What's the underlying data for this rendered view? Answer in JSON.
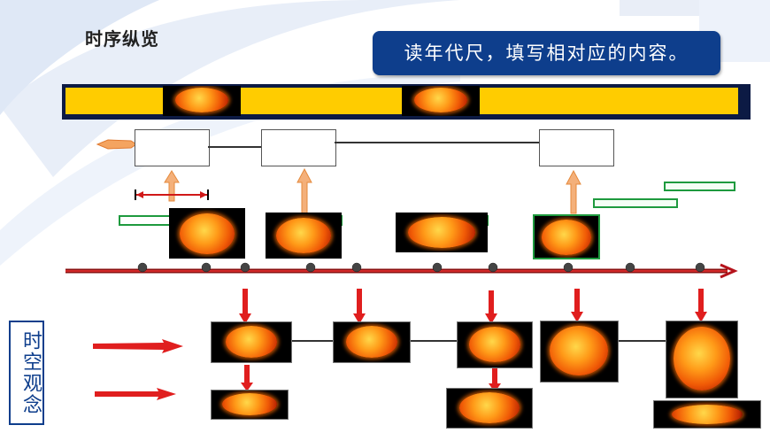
{
  "slide": {
    "title": "时序纵览",
    "instruction": "读年代尺，填写相对应的内容。",
    "side_panel": "时空观念"
  },
  "colors": {
    "instruction_bg": "#0e3e8c",
    "banner_yellow": "#ffcc00",
    "timeline_red": "#b5121b",
    "box_border_green": "#1e9a3e",
    "arrow_orange": "#f4a460"
  },
  "icons": {
    "sun": "sun-image",
    "arrow_up": "orange-up-arrow",
    "arrow_down": "red-down-arrow",
    "arrow_right": "red-right-arrow",
    "rocket": "orange-rocket-arrow"
  }
}
